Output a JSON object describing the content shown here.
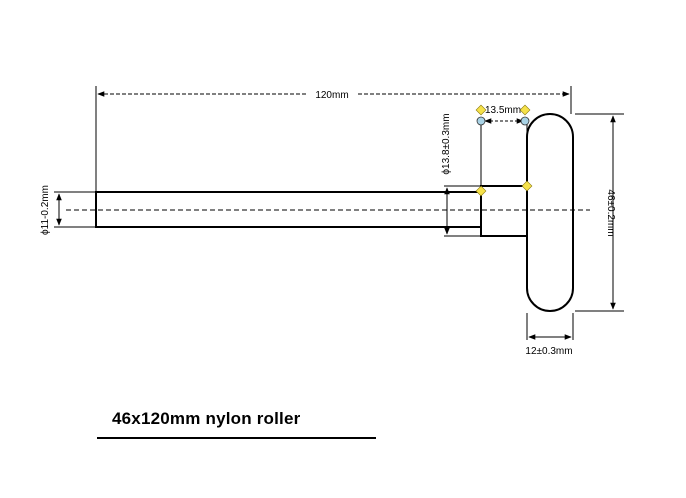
{
  "dimensions": {
    "overall_length": "120mm",
    "shoulder_length": "13.5mm",
    "shoulder_diameter": "ϕ13.8±0.3mm",
    "shaft_diameter": "ϕ11-0.2mm",
    "roller_diameter": "46±0.2mm",
    "roller_width": "12±0.3mm"
  },
  "caption": "46x120mm nylon roller",
  "colors": {
    "line": "#000000",
    "handle_marker": "#f5e14a",
    "endpoint_marker": "#a9d3e6"
  }
}
